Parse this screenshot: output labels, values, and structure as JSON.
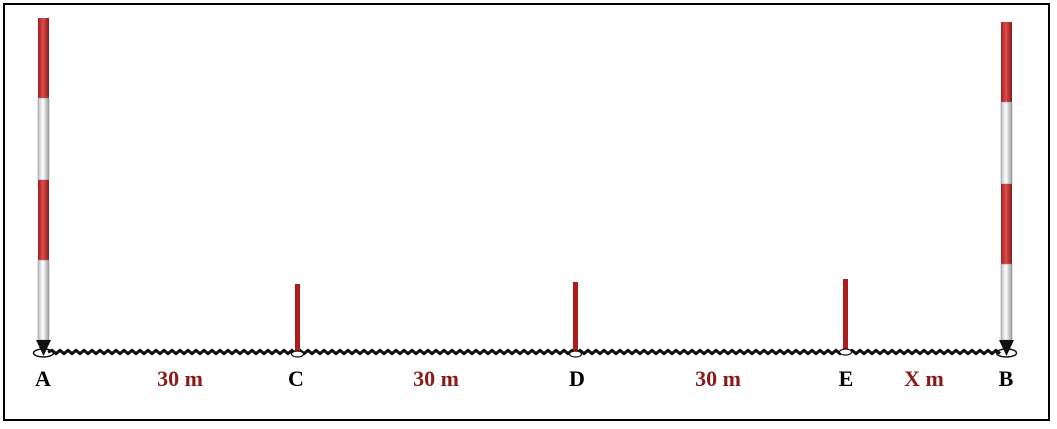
{
  "points": {
    "a": "A",
    "c": "C",
    "d": "D",
    "e": "E",
    "b": "B"
  },
  "distances": {
    "ac": "30 m",
    "cd": "30 m",
    "de": "30 m",
    "eb": "X m"
  },
  "colors": {
    "rod_red": "#cc2e2e",
    "rod_white": "#f2f2f2",
    "peg": "#b01c1c",
    "label_red": "#8b1a1a",
    "chain": "#111111"
  }
}
